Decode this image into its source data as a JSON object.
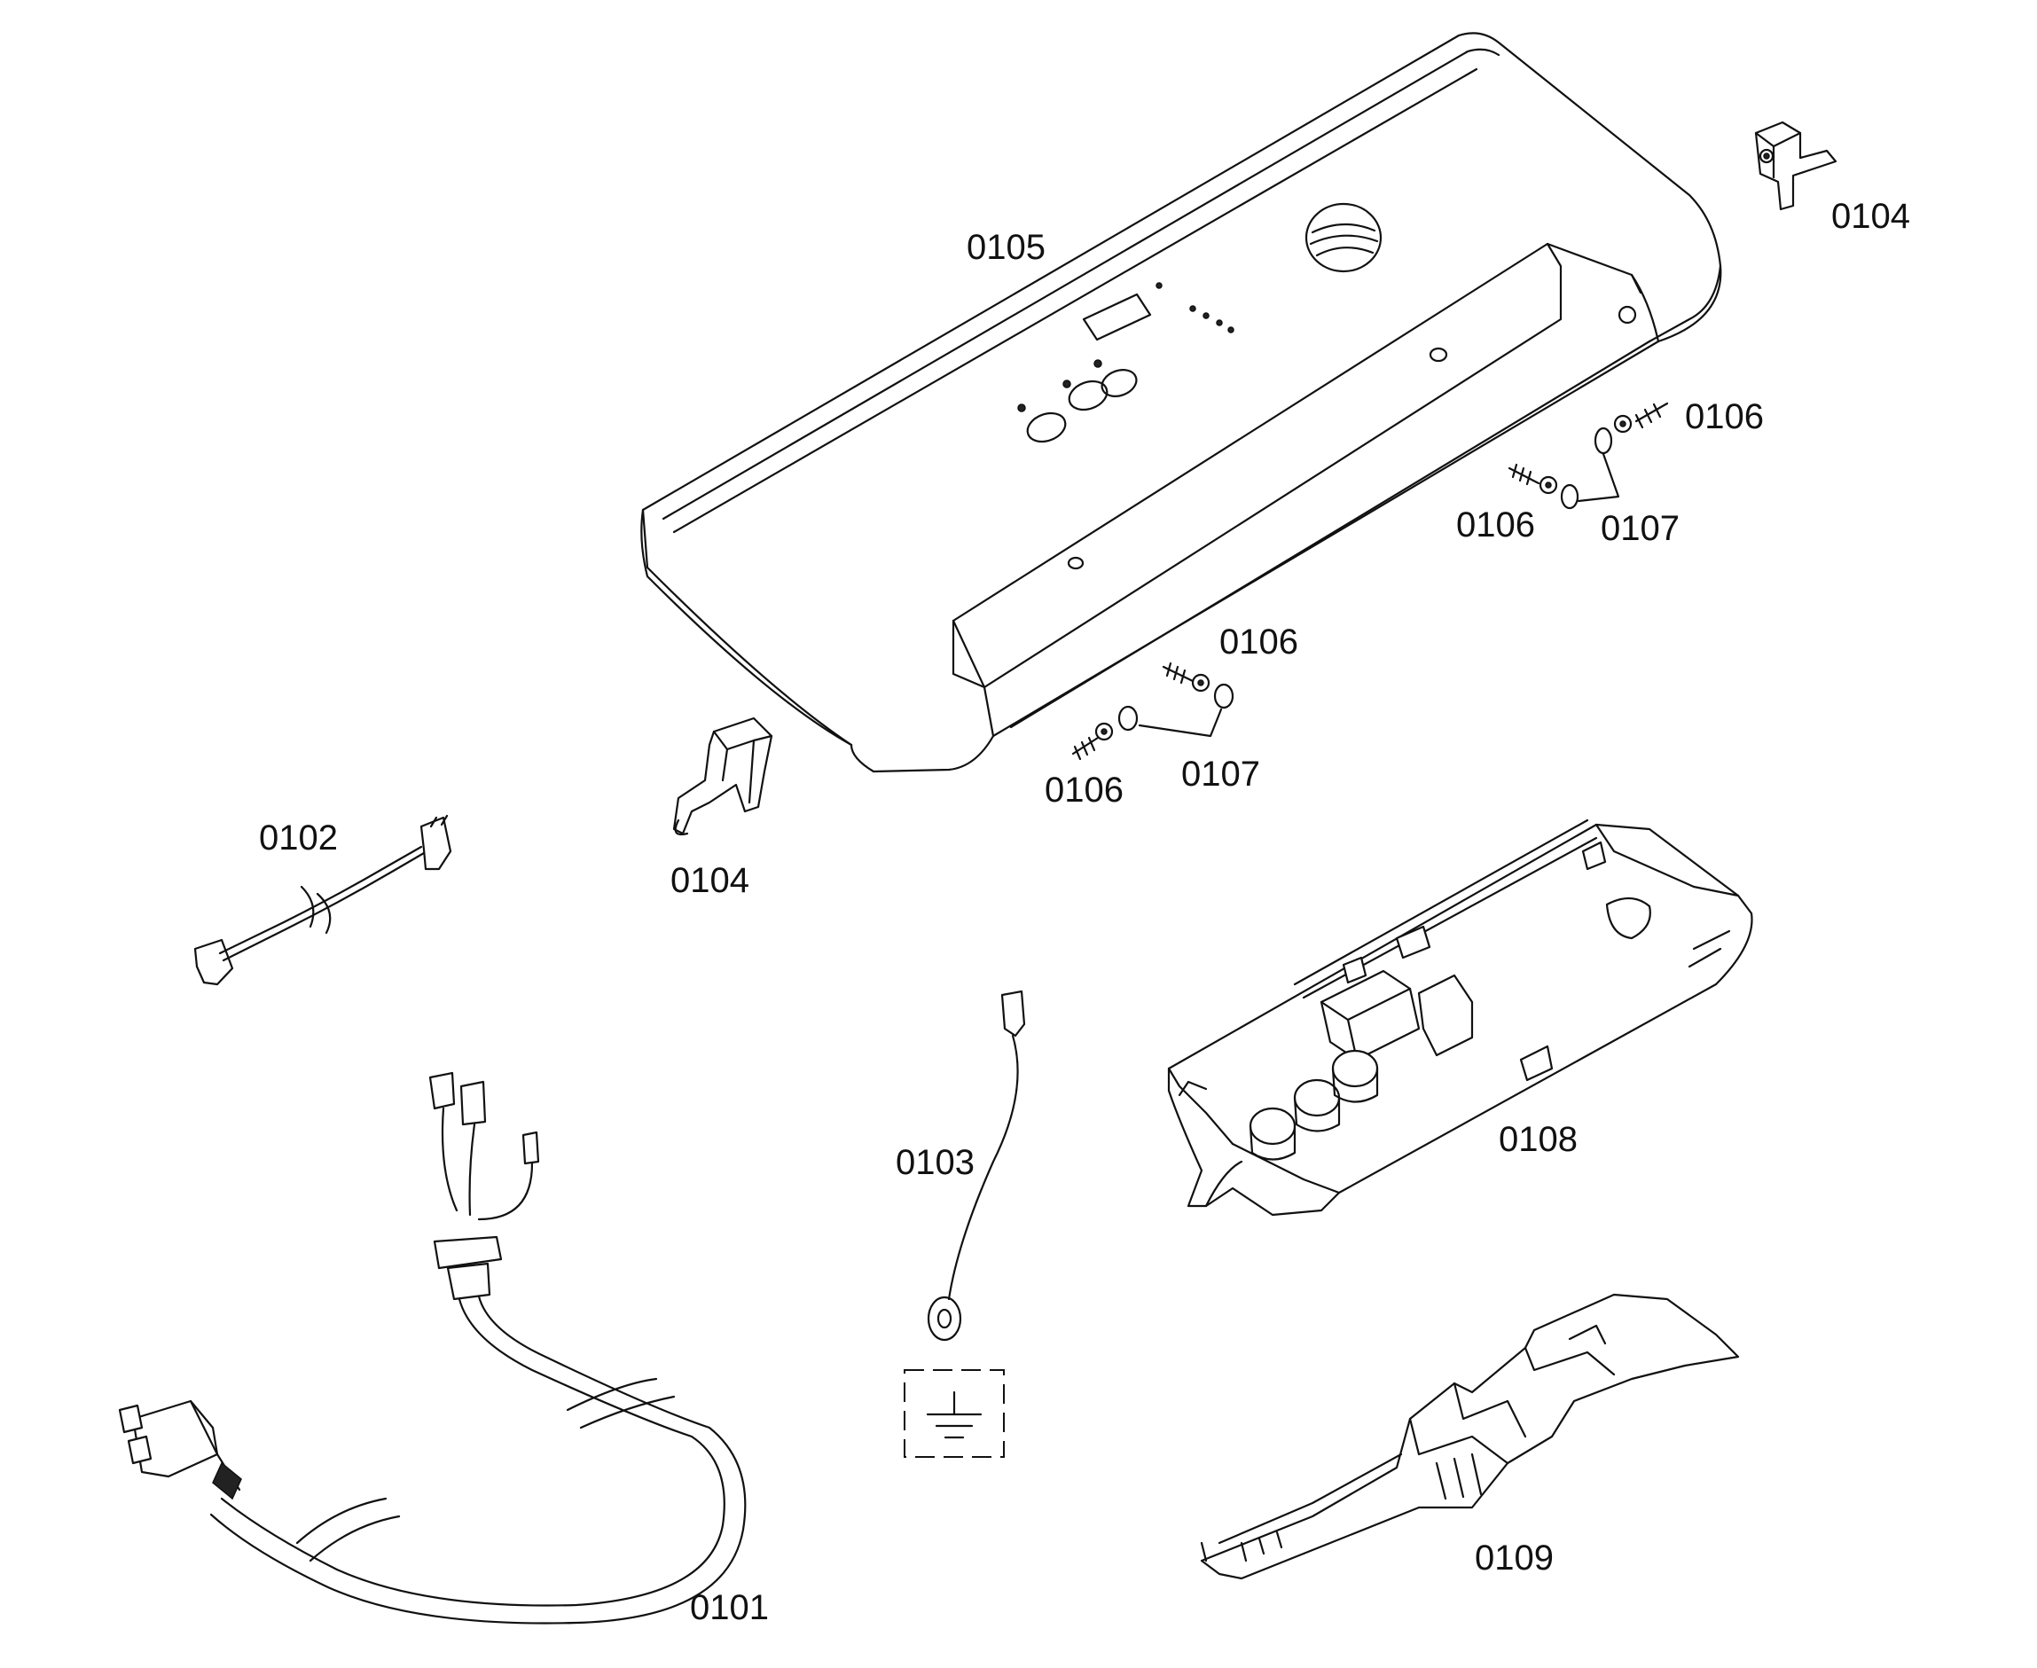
{
  "labels": {
    "cord": "0101",
    "wire_harness": "0102",
    "ground_wire": "0103",
    "bracket_left": "0104",
    "bracket_right": "0104",
    "panel": "0105",
    "screw_a": "0106",
    "screw_b": "0106",
    "screw_c": "0106",
    "screw_d": "0106",
    "washer_upper": "0107",
    "washer_lower": "0107",
    "control_module": "0108",
    "light_pipe": "0109"
  },
  "colors": {
    "line": "#111111",
    "background": "#ffffff"
  }
}
